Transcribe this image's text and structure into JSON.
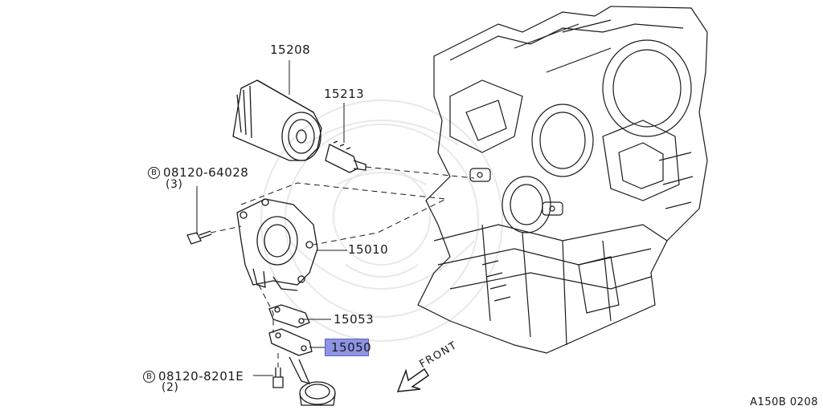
{
  "parts": {
    "oil_filter": "15208",
    "sensor": "15213",
    "bolt_upper_code": "08120-64028",
    "bolt_upper_qty": "(3)",
    "oil_pump": "15010",
    "gasket_upper": "15053",
    "gasket_lower": "15050",
    "bolt_lower_code": "08120-8201E",
    "bolt_lower_qty": "(2)"
  },
  "bolt_symbol": "B",
  "front_label": "FRONT",
  "ref_code": "A150B 0208",
  "colors": {
    "line": "#1a1a1a",
    "highlight": "#8e94e3",
    "watermark": "#e6e6e6"
  }
}
